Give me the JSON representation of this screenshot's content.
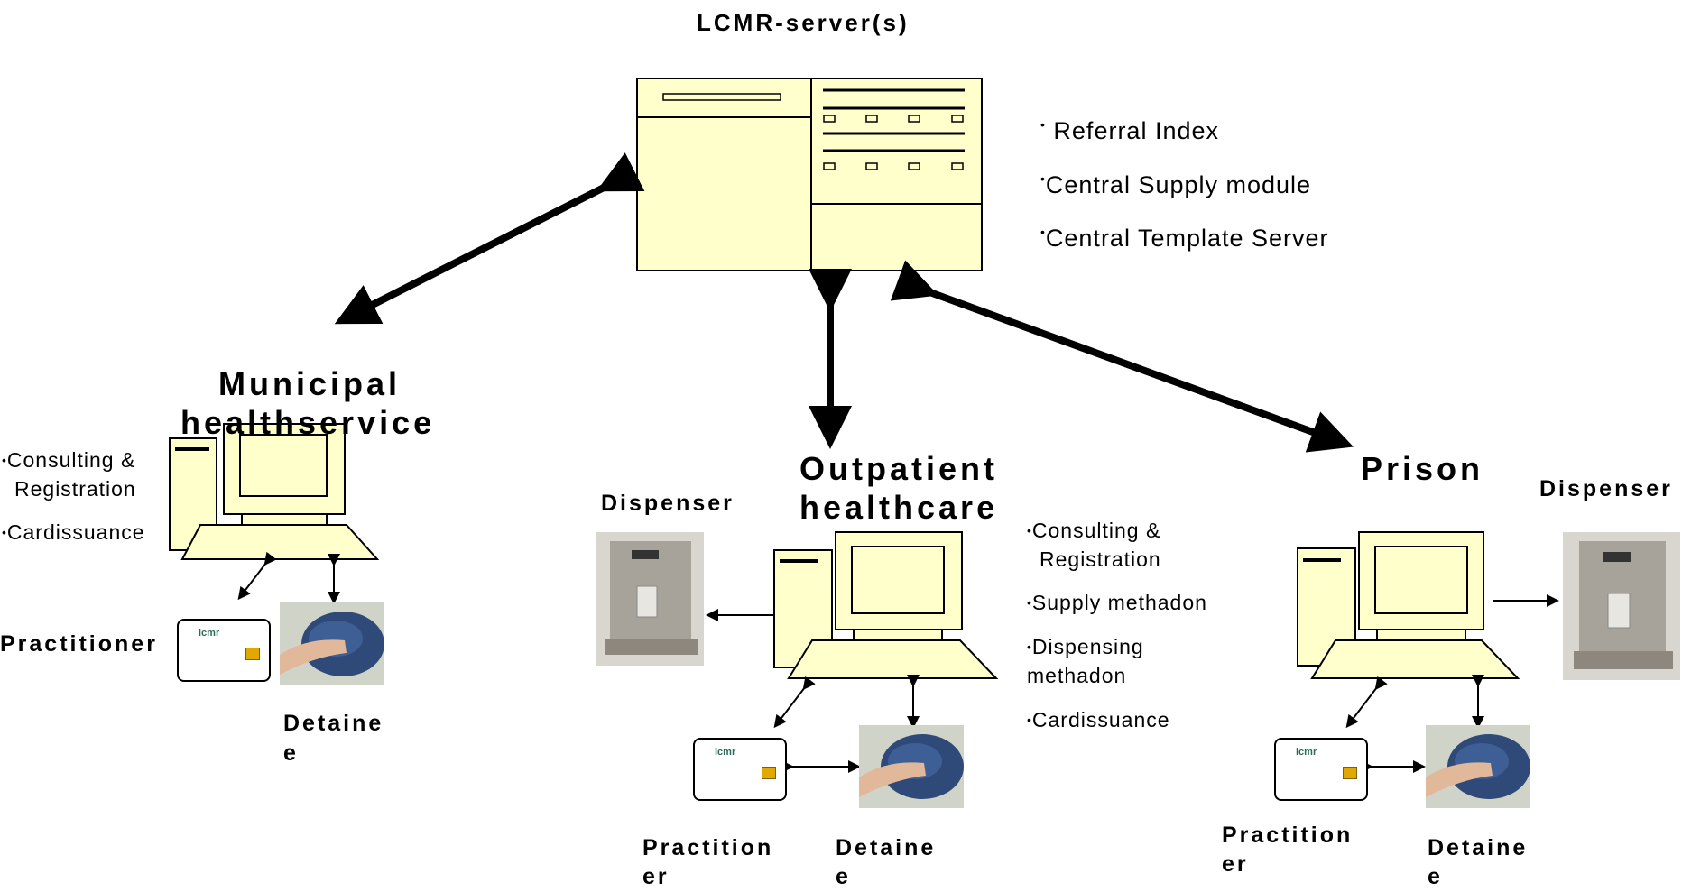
{
  "server": {
    "title": "LCMR-server(s)",
    "features": [
      "Referral Index",
      "Central Supply module",
      "Central Template Server"
    ]
  },
  "municipal": {
    "name": [
      "Municipal",
      "healthservice"
    ],
    "features": [
      "Consulting &",
      "Registration",
      "Cardissuance"
    ],
    "practitioner": "Practitioner",
    "detainee": [
      "Detaine",
      "e"
    ]
  },
  "outpatient": {
    "name": [
      "Outpatient",
      "healthcare"
    ],
    "dispenser": "Dispenser",
    "features": [
      "Consulting &",
      "Registration",
      "Supply methadon",
      "Dispensing",
      "methadon",
      "Cardissuance"
    ],
    "practitioner": [
      "Practition",
      "er"
    ],
    "detainee": [
      "Detaine",
      "e"
    ]
  },
  "prison": {
    "name": "Prison",
    "dispenser": "Dispenser",
    "practitioner": [
      "Practition",
      "er"
    ],
    "detainee": [
      "Detaine",
      "e"
    ]
  },
  "card_logo": "lcmr",
  "colors": {
    "device_fill": "#ffffcc",
    "chip": "#e0a800"
  }
}
